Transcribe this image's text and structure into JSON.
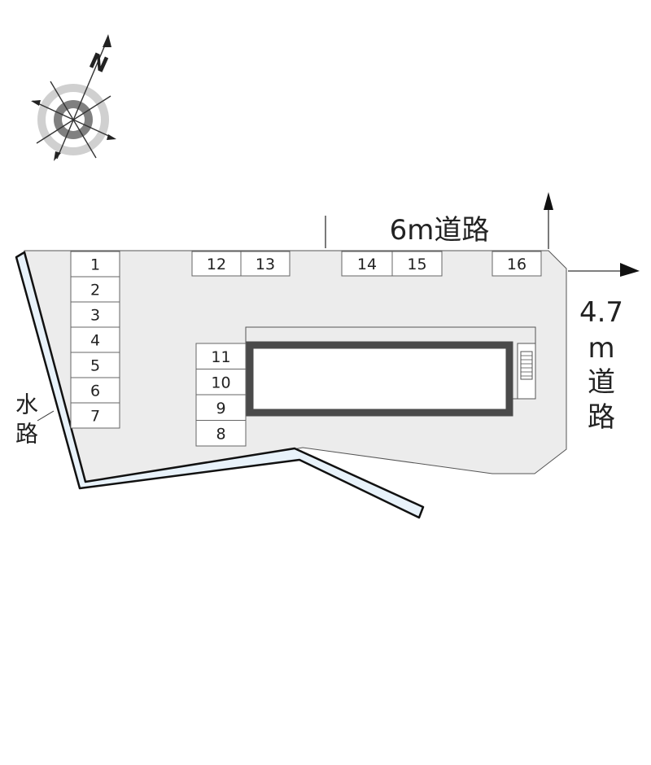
{
  "compass": {
    "north_letter": "N",
    "icon": "compass-rose-icon"
  },
  "roads": {
    "top_road": "6m道路",
    "right_road_width": "4.7",
    "right_road_unit": "m",
    "right_road_char1": "道",
    "right_road_char2": "路",
    "waterway_char1": "水",
    "waterway_char2": "路"
  },
  "parking": {
    "left_column": [
      "1",
      "2",
      "3",
      "4",
      "5",
      "6",
      "7"
    ],
    "inner_column": [
      "11",
      "10",
      "9",
      "8"
    ],
    "top_row": [
      "12",
      "13",
      "14",
      "15",
      "16"
    ]
  },
  "colors": {
    "lot_fill": "#ececec",
    "building_border": "#4a4a4a",
    "waterway_fill": "#e8f2fa",
    "line": "#333333"
  }
}
